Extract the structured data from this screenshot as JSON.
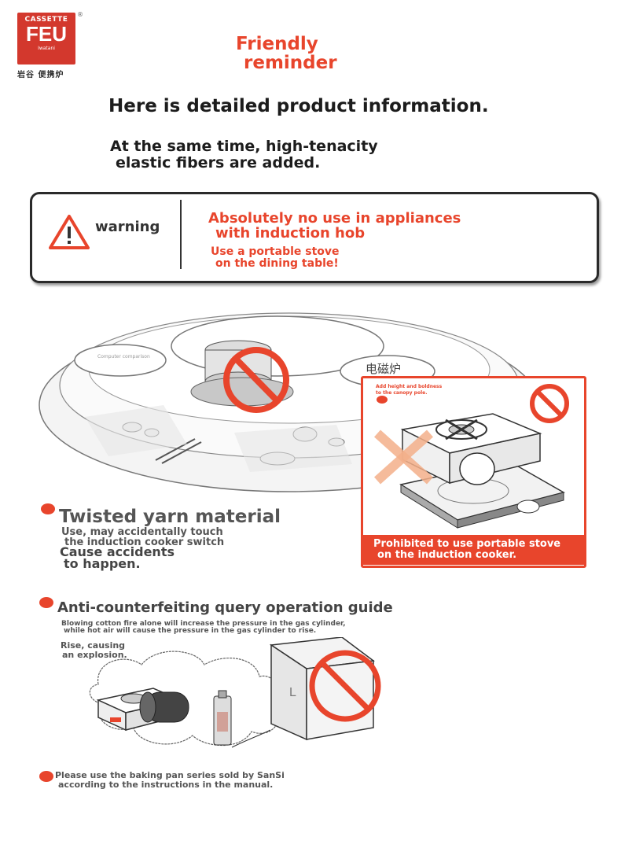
{
  "logo": {
    "top_text": "CASSETTE",
    "main_text": "FEU",
    "small_text": "Iwatani",
    "reg_mark": "®",
    "subtitle": "岩谷 便携炉"
  },
  "title": {
    "line1": "Friendly",
    "line2": "reminder"
  },
  "headline": "Here is detailed product information.",
  "subheadline": {
    "line1": "At the same time, high-tenacity",
    "line2": "elastic fibers are added."
  },
  "warning_box": {
    "label": "warning",
    "message1_line1": "Absolutely no use in appliances",
    "message1_line2": "with induction hob",
    "message2_line1": "Use a portable stove",
    "message2_line2": "on the dining table!"
  },
  "table_illustration": {
    "plate_label": "Computer comparison",
    "sign_label": "电磁炉"
  },
  "prohibition_panel": {
    "note_line1": "Add height and boldness",
    "note_line2": "to the canopy pole.",
    "caption_line1": "Prohibited to use portable stove",
    "caption_line2": "on the induction cooker."
  },
  "section1": {
    "heading": "Twisted yarn material",
    "text_line1": "Use, may accidentally touch",
    "text_line2": "the induction cooker switch",
    "text_line3": "Cause accidents",
    "text_line4": "to happen."
  },
  "section2": {
    "heading": "Anti-counterfeiting query operation guide",
    "text_line1": "Blowing cotton fire alone will increase the pressure in the gas cylinder,",
    "text_line2": "while hot air will cause the pressure in the gas cylinder to rise.",
    "text_line3": "Rise, causing",
    "text_line4": "an explosion."
  },
  "footer": {
    "line1": "Please use the baking pan series sold by SanSi",
    "line2": "according to the instructions in the manual."
  },
  "colors": {
    "accent": "#e8452c",
    "logo_red": "#d3382d",
    "dark_text": "#1c1c1c"
  }
}
